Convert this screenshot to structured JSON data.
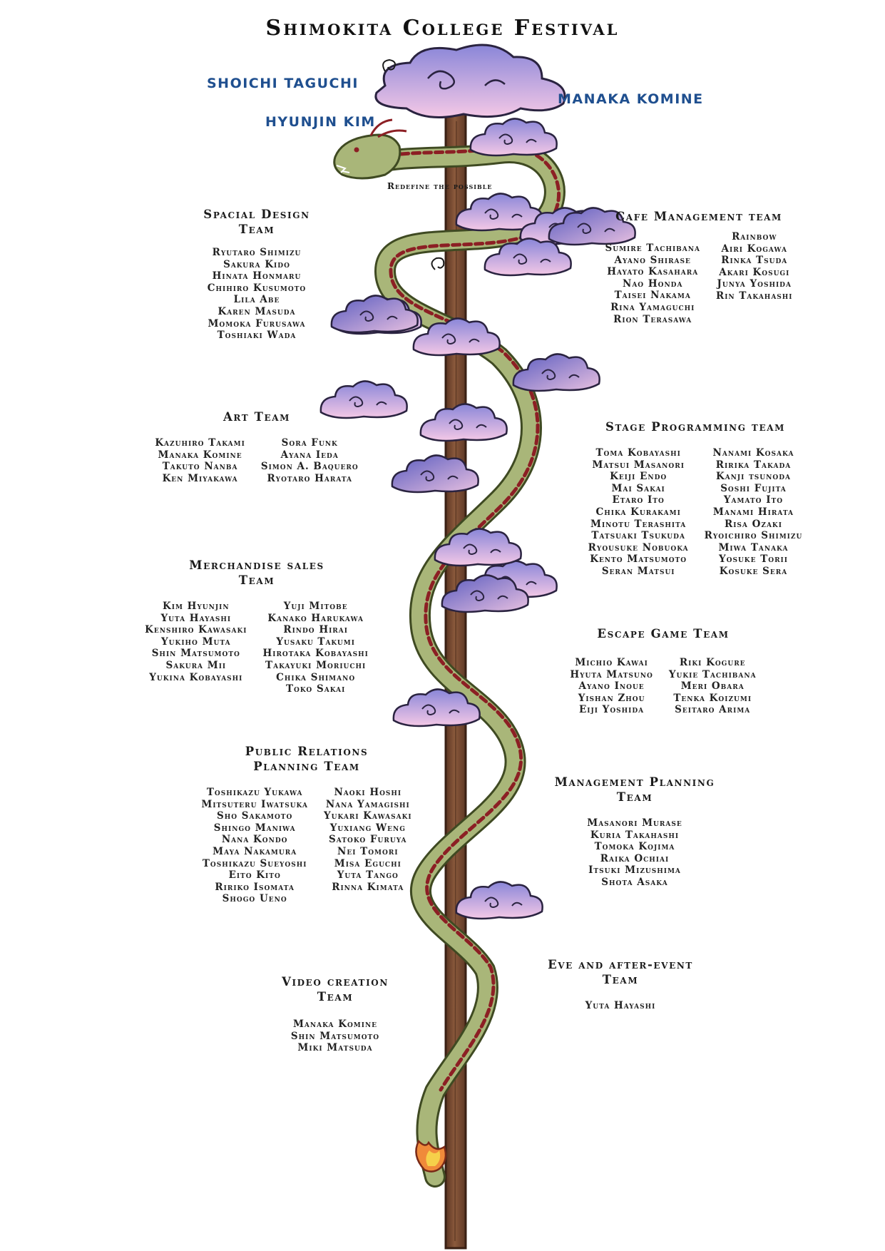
{
  "title": "Shimokita College Festival",
  "leaders": [
    "SHOICHI TAGUCHI",
    "HYUNJIN KIM",
    "MANAKA KOMINE"
  ],
  "motto": "Redefine the possible",
  "teams": {
    "spacial_design": {
      "heading_lines": [
        "Spacial Design",
        "Team"
      ],
      "col1": [
        "Ryutaro Shimizu",
        "Sakura Kido",
        "Hinata Honmaru",
        "Chihiro Kusumoto",
        "Lila Abe",
        "Karen Masuda",
        "Momoka Furusawa",
        "Toshiaki Wada"
      ]
    },
    "cafe_management": {
      "heading_lines": [
        "Cafe Management team"
      ],
      "col1": [
        "Sumire Tachibana",
        "Ayano Shirase",
        "Hayato Kasahara",
        "Nao Honda",
        "Taisei Nakama",
        "Rina Yamaguchi",
        "Rion Terasawa"
      ],
      "col2": [
        "Rainbow",
        "Airi Kogawa",
        "Rinka Tsuda",
        "Akari Kosugi",
        "Junya Yoshida",
        "Rin Takahashi"
      ]
    },
    "art": {
      "heading_lines": [
        "Art Team"
      ],
      "col1": [
        "Kazuhiro Takami",
        "Manaka Komine",
        "Takuto Nanba",
        "Ken Miyakawa"
      ],
      "col2": [
        "Sora Funk",
        "Ayana Ieda",
        "Simon A. Baquero",
        "Ryotaro Harata"
      ]
    },
    "stage_programming": {
      "heading_lines": [
        "Stage Programming team"
      ],
      "col1": [
        "Toma Kobayashi",
        "Matsui Masanori",
        "Keiji Endo",
        "Mai Sakai",
        "Etaro Ito",
        "Chika Kurakami",
        "Minotu Terashita",
        "Tatsuaki Tsukuda",
        "Ryousuke Nobuoka",
        "Kento Matsumoto",
        "Seran Matsui"
      ],
      "col2": [
        "Nanami Kosaka",
        "Ririka Takada",
        "Kanji tsunoda",
        "Soshi Fujita",
        "Yamato Ito",
        "Manami Hirata",
        "Risa Ozaki",
        "Ryoichiro Shimizu",
        "Miwa Tanaka",
        "Yosuke Torii",
        "Kosuke Sera"
      ]
    },
    "merchandise_sales": {
      "heading_lines": [
        "Merchandise sales",
        "Team"
      ],
      "col1": [
        "Kim Hyunjin",
        "Yuta Hayashi",
        "Kenshiro Kawasaki",
        "Yukiho Muta",
        "Shin Matsumoto",
        "Sakura Mii",
        "Yukina Kobayashi"
      ],
      "col2": [
        "Yuji Mitobe",
        "Kanako Harukawa",
        "Rindo Hirai",
        "Yusaku Takumi",
        "Hirotaka Kobayashi",
        "Takayuki Moriuchi",
        "Chika Shimano",
        "Toko Sakai"
      ]
    },
    "escape_game": {
      "heading_lines": [
        "Escape Game Team"
      ],
      "col1": [
        "Michio Kawai",
        "Hyuta Matsuno",
        "Ayano Inoue",
        "Yishan Zhou",
        "Eiji Yoshida"
      ],
      "col2": [
        "Riki Kogure",
        "Yukie Tachibana",
        "Meri Obara",
        "Tenka Koizumi",
        "Seitaro Arima"
      ]
    },
    "public_relations": {
      "heading_lines": [
        "Public Relations",
        "Planning Team"
      ],
      "col1": [
        "Toshikazu Yukawa",
        "Mitsuteru Iwatsuka",
        "Sho Sakamoto",
        "Shingo Maniwa",
        "Nana Kondo",
        "Maya Nakamura",
        "Toshikazu Sueyoshi",
        "Eito Kito",
        "Ririko Isomata",
        "Shogo Ueno"
      ],
      "col2": [
        "Naoki Hoshi",
        "Nana Yamagishi",
        "Yukari Kawasaki",
        "Yuxiang Weng",
        "Satoko Furuya",
        "Nei Tomori",
        "Misa Eguchi",
        "Yuta Tango",
        "Rinna Kimata"
      ]
    },
    "management_planning": {
      "heading_lines": [
        "Management Planning",
        "Team"
      ],
      "col1": [
        "Masanori Murase",
        "Kuria Takahashi",
        "Tomoka Kojima",
        "Raika Ochiai",
        "Itsuki Mizushima",
        "Shota Asaka"
      ]
    },
    "eve_after_event": {
      "heading_lines": [
        "Eve and after-event",
        "Team"
      ],
      "col1": [
        "Yuta Hayashi"
      ]
    },
    "video_creation": {
      "heading_lines": [
        "Video creation",
        "Team"
      ],
      "col1": [
        "Manaka Komine",
        "Shin Matsumoto",
        "Miki Matsuda"
      ]
    }
  },
  "colors": {
    "title": "#111111",
    "leaders": "#1f4f8f",
    "pole": "#7a4a32",
    "dragon": "#9aa86a",
    "dragon_mane": "#8c1f24",
    "cloud_pink": "#f0c4e4",
    "cloud_blue": "#6f6fc6"
  },
  "icons": [
    "dragon-illustration",
    "wooden-pole",
    "cloud-icon",
    "flame-tail-icon",
    "spiral-swirl-icon"
  ]
}
